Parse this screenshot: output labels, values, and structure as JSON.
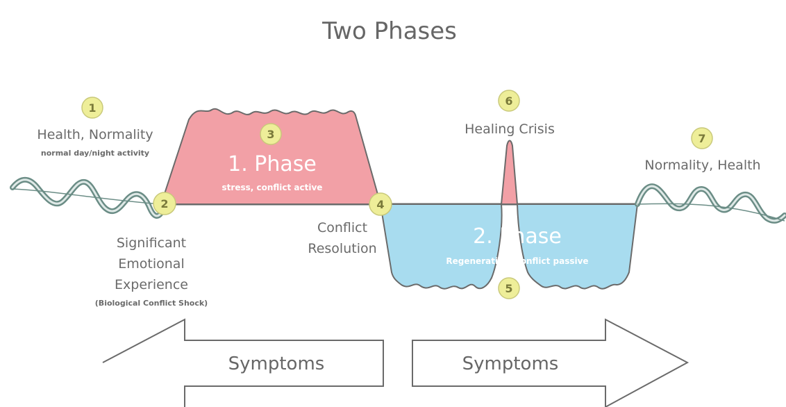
{
  "title": "Two Phases",
  "badges": [
    "1",
    "2",
    "3",
    "4",
    "5",
    "6",
    "7"
  ],
  "labels": {
    "health_normality": "Health, Normality",
    "normal_activity": "normal day/night activity",
    "phase1": "1. Phase",
    "phase1_sub": "stress, conflict active",
    "significant_1": "Significant",
    "significant_2": "Emotional",
    "significant_3": "Experience",
    "shock": "(Biological Conflict Shock)",
    "conflict_1": "Conflict",
    "conflict_2": "Resolution",
    "healing_crisis": "Healing Crisis",
    "phase2": "2. Phase",
    "phase2_sub": "Regeneration, conflict passive",
    "normality_health": "Normality, Health"
  },
  "arrows": {
    "left_label": "Symptoms",
    "right_label": "Symptoms"
  },
  "colors": {
    "phase1_fill": "#f2a0a6",
    "phase2_fill": "#a8dcef",
    "wave_outer": "#6b8d86",
    "wave_inner": "#dfe9e7",
    "badge_fill": "#eeee99"
  }
}
